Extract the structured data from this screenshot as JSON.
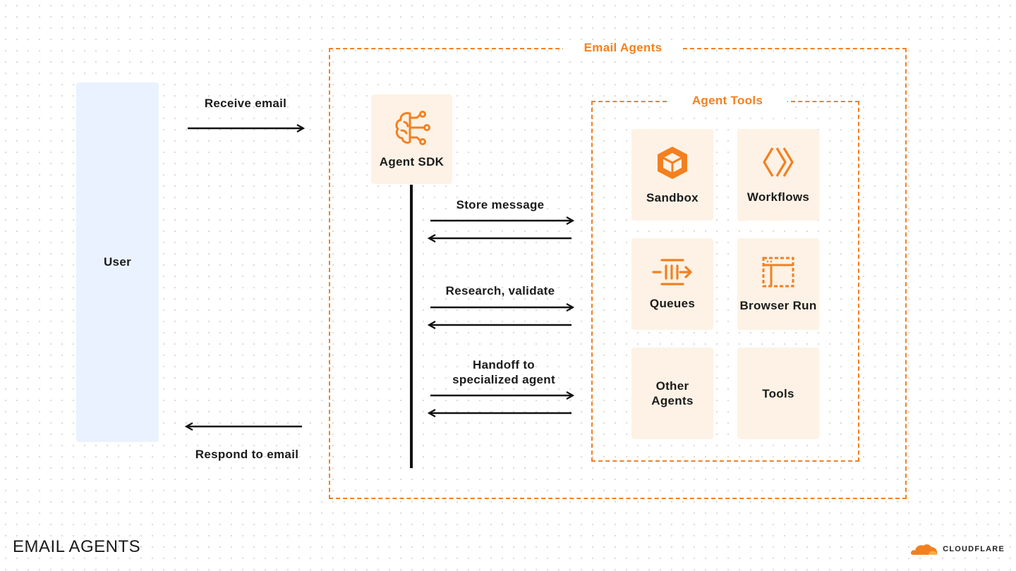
{
  "user": {
    "label": "User"
  },
  "flows": {
    "receive": "Receive email",
    "respond": "Respond to email",
    "store": "Store message",
    "research": "Research, validate",
    "handoff": "Handoff to\nspecialized agent"
  },
  "email_agents": {
    "title": "Email Agents"
  },
  "agent_sdk": {
    "label": "Agent SDK",
    "icon": "brain-circuit-icon"
  },
  "agent_tools": {
    "title": "Agent Tools",
    "items": [
      {
        "label": "Sandbox",
        "icon": "cube-icon"
      },
      {
        "label": "Workflows",
        "icon": "chevrons-icon"
      },
      {
        "label": "Queues",
        "icon": "queue-icon"
      },
      {
        "label": "Browser Run",
        "icon": "browser-window-icon"
      },
      {
        "label": "Other\nAgents",
        "icon": ""
      },
      {
        "label": "Tools",
        "icon": ""
      }
    ]
  },
  "footer": {
    "title": "EMAIL AGENTS",
    "brand": "CLOUDFLARE"
  },
  "colors": {
    "accent": "#f38020",
    "card": "#fdf2e5",
    "user": "#eaf2ff"
  }
}
